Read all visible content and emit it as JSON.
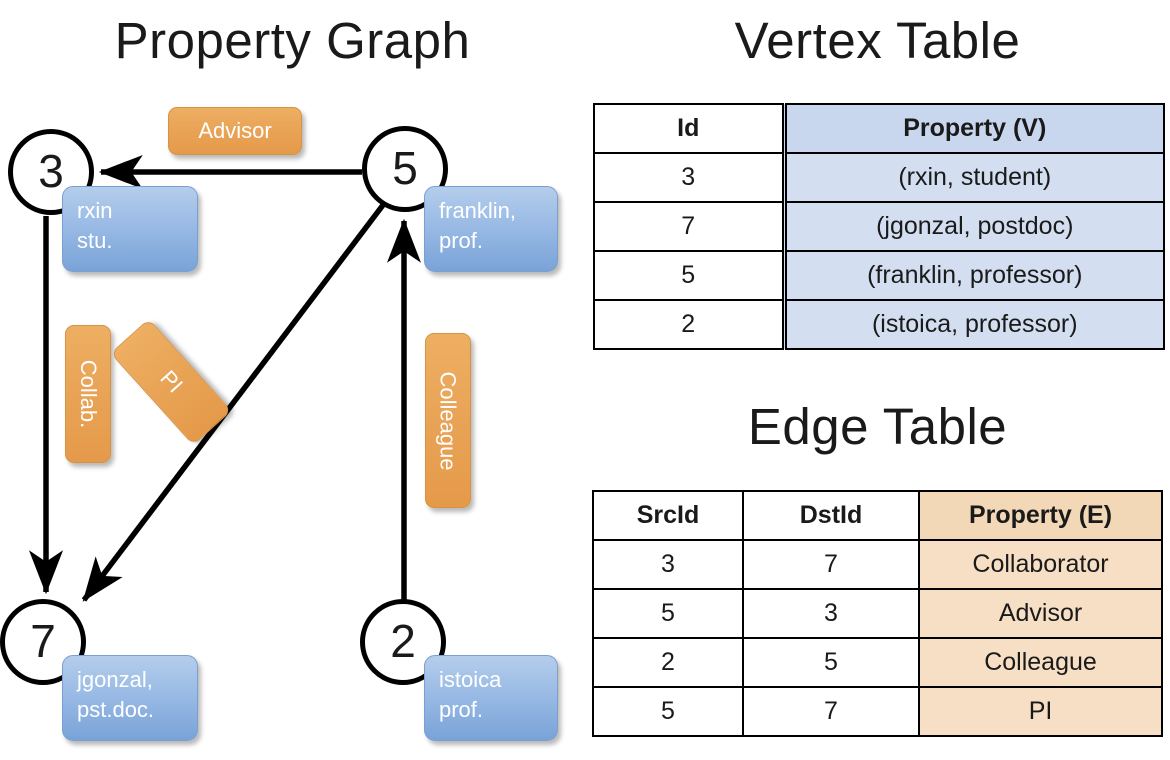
{
  "titles": {
    "property_graph": "Property Graph",
    "vertex_table": "Vertex Table",
    "edge_table": "Edge Table"
  },
  "colors": {
    "vertex_property_fill": "#d3def0",
    "edge_property_fill": "#f6dfc4",
    "node_property_box": "#9dbde6",
    "edge_label_box": "#e9a457",
    "stroke": "#000000"
  },
  "graph": {
    "nodes": [
      {
        "id": "3",
        "property": "rxin\nstu."
      },
      {
        "id": "5",
        "property": "franklin,\nprof."
      },
      {
        "id": "7",
        "property": "jgonzal,\npst.doc."
      },
      {
        "id": "2",
        "property": "istoica\nprof."
      }
    ],
    "node_labels": {
      "n3": "3",
      "n5": "5",
      "n7": "7",
      "n2": "2"
    },
    "property_boxes": {
      "rxin_line1": "rxin",
      "rxin_line2": "stu.",
      "franklin_line1": "franklin,",
      "franklin_line2": "prof.",
      "jgonzal_line1": "jgonzal,",
      "jgonzal_line2": "pst.doc.",
      "istoica_line1": "istoica",
      "istoica_line2": "prof."
    },
    "edge_labels": {
      "advisor": "Advisor",
      "collab": "Collab.",
      "pi": "PI",
      "colleague": "Colleague"
    },
    "edges": [
      {
        "from": "5",
        "to": "3",
        "label": "Advisor"
      },
      {
        "from": "3",
        "to": "7",
        "label": "Collab."
      },
      {
        "from": "5",
        "to": "7",
        "label": "PI"
      },
      {
        "from": "2",
        "to": "5",
        "label": "Colleague"
      }
    ]
  },
  "vertex_table": {
    "headers": [
      "Id",
      "Property (V)"
    ],
    "rows": [
      {
        "id": "3",
        "property": "(rxin, student)"
      },
      {
        "id": "7",
        "property": "(jgonzal, postdoc)"
      },
      {
        "id": "5",
        "property": "(franklin, professor)"
      },
      {
        "id": "2",
        "property": "(istoica, professor)"
      }
    ]
  },
  "edge_table": {
    "headers": [
      "SrcId",
      "DstId",
      "Property (E)"
    ],
    "rows": [
      {
        "src": "3",
        "dst": "7",
        "property": "Collaborator"
      },
      {
        "src": "5",
        "dst": "3",
        "property": "Advisor"
      },
      {
        "src": "2",
        "dst": "5",
        "property": "Colleague"
      },
      {
        "src": "5",
        "dst": "7",
        "property": "PI"
      }
    ]
  }
}
